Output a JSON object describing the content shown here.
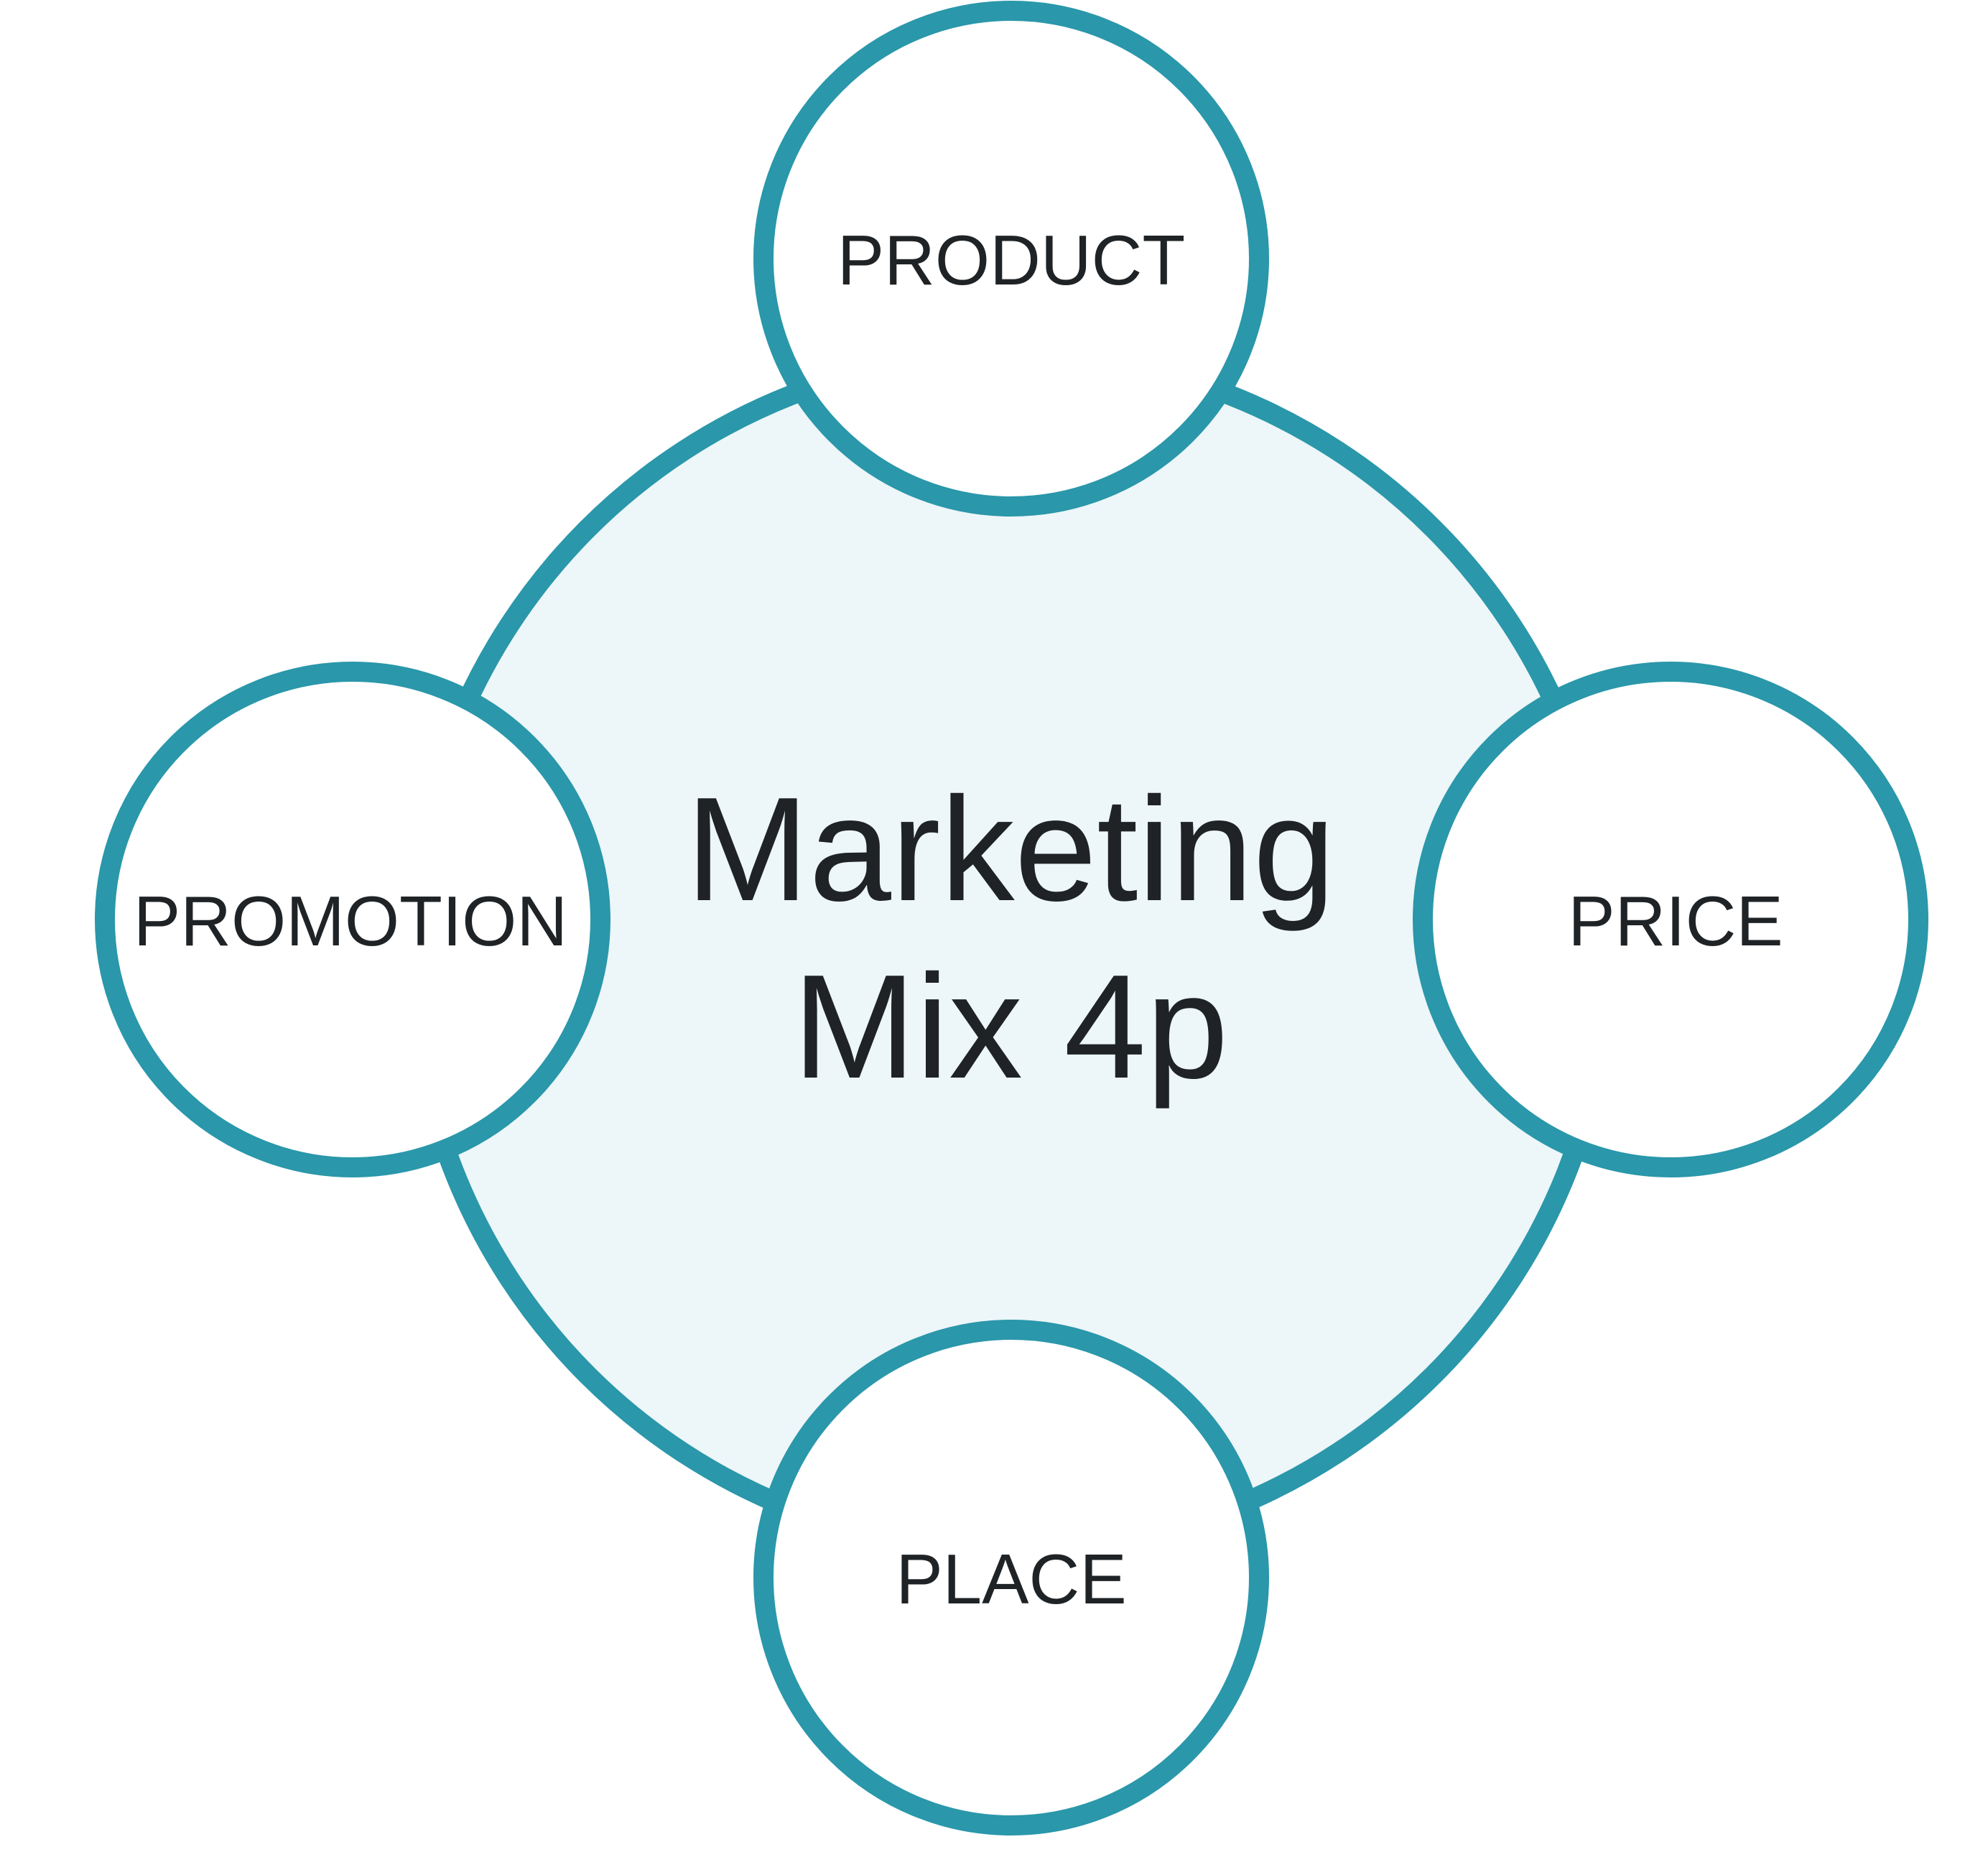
{
  "diagram": {
    "center": {
      "line1": "Marketing",
      "line2": "Mix 4p"
    },
    "nodes": {
      "top": "PRODUCT",
      "right": "PRICE",
      "bottom": "PLACE",
      "left": "PROMOTION"
    },
    "colors": {
      "ring": "#2a97aa",
      "center_fill": "#edf6f8",
      "node_fill": "#ffffff",
      "text": "#1f2326"
    }
  }
}
